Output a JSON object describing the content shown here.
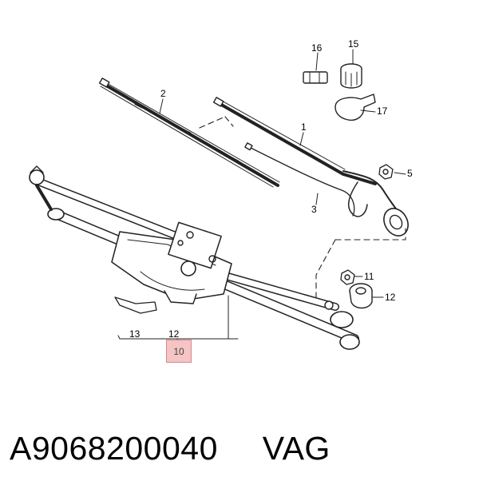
{
  "diagram": {
    "callouts": {
      "c1": "1",
      "c2": "2",
      "c3": "3",
      "c5": "5",
      "c10": "10",
      "c11": "11",
      "c12a": "12",
      "c12b": "12",
      "c13": "13",
      "c15": "15",
      "c16": "16",
      "c17": "17"
    }
  },
  "part": {
    "number": "A9068200040",
    "brand": "VAG"
  }
}
